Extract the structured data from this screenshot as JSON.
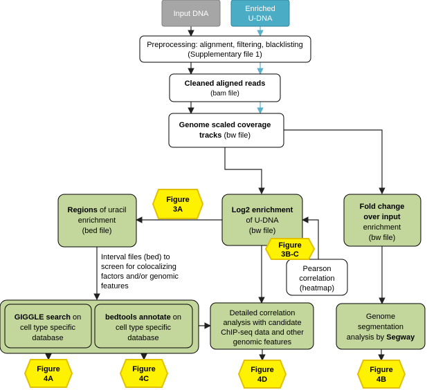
{
  "colors": {
    "input_box": "#a6a6a6",
    "enriched_box": "#4bacc6",
    "green_box": "#c3d69b",
    "green_border": "#000000",
    "badge_fill": "#fff200",
    "badge_border": "#e0c000",
    "arrow_dark": "#222222",
    "arrow_blue": "#5bb0c9"
  },
  "nodes": {
    "input_dna": {
      "label": "Input DNA"
    },
    "enriched_udna": {
      "line1": "Enriched",
      "line2": "U-DNA"
    },
    "preprocessing": {
      "line1": "Preprocessing: alignment, filtering, blacklisting",
      "line2": "(Supplementary file 1)"
    },
    "cleaned_reads": {
      "line1": "Cleaned aligned reads",
      "line2": "(bam file)"
    },
    "coverage_tracks": {
      "line1": "Genome scaled coverage",
      "line2a": "tracks",
      "line2b": " (bw file)"
    },
    "regions": {
      "line1a": "Regions",
      "line1b": " of uracil",
      "line2": "enrichment",
      "line3": "(bed file)"
    },
    "log2": {
      "line1": "Log2 enrichment",
      "line2": "of U-DNA",
      "line3": "(bw file)"
    },
    "fold_change": {
      "line1": "Fold change",
      "line2": "over input",
      "line3": "enrichment",
      "line4": "(bw file)"
    },
    "giggle": {
      "line1a": "GIGGLE search",
      "line1b": " on",
      "line2": "cell type specific",
      "line3": "database"
    },
    "bedtools": {
      "line1a": "bedtools annotate",
      "line1b": " on",
      "line2": "cell type specific",
      "line3": "database"
    },
    "detailed": {
      "line1": "Detailed correlation",
      "line2": "analysis with candidate",
      "line3": "ChIP-seq data and other",
      "line4": "genomic features"
    },
    "segmentation": {
      "line1": "Genome",
      "line2": "segmentation",
      "line3a": "analysis by ",
      "line3b": "Segway"
    },
    "pearson": {
      "line1": "Pearson",
      "line2": "correlation",
      "line3": "(heatmap)"
    }
  },
  "labels": {
    "interval": {
      "line1": "Interval files (bed) to",
      "line2": "screen for colocalizing",
      "line3": "factors and/or genomic",
      "line4": "features"
    }
  },
  "badges": {
    "fig3a": {
      "line1": "Figure",
      "line2": "3A"
    },
    "fig3bc": {
      "line1": "Figure",
      "line2": "3B-C"
    },
    "fig4a": {
      "line1": "Figure",
      "line2": "4A"
    },
    "fig4c": {
      "line1": "Figure",
      "line2": "4C"
    },
    "fig4d": {
      "line1": "Figure",
      "line2": "4D"
    },
    "fig4b": {
      "line1": "Figure",
      "line2": "4B"
    }
  }
}
